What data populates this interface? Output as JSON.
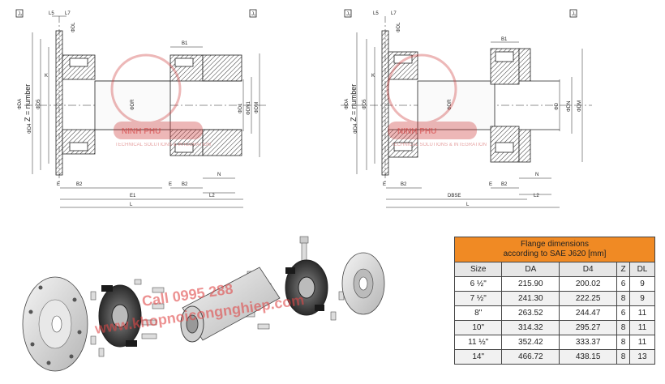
{
  "drawing_left": {
    "labels": {
      "ref_a": "J₂",
      "ref_b": "J₁",
      "L5": "L5",
      "L7": "L7",
      "DL": "ΦDL",
      "K": "K",
      "DA": "ΦDA",
      "Z": "Z = number",
      "D5": "ΦD5",
      "D4": "ΦD4",
      "B1": "B1",
      "DR": "ΦDR",
      "D1": "ΦD1",
      "DN1": "ΦDN1",
      "DM": "ΦDM",
      "N": "N",
      "E": "E",
      "B2": "B2",
      "E1": "E1",
      "E_r": "E",
      "B2_r": "B2",
      "L2": "L2",
      "L": "L"
    }
  },
  "drawing_right": {
    "labels": {
      "ref_a": "J₂",
      "ref_b": "J₁",
      "L5": "L5",
      "L7": "L7",
      "DL": "ΦDL",
      "K": "K",
      "DA": "ΦDA",
      "Z": "Z = number",
      "D5": "ΦD5",
      "D4": "ΦD4",
      "B1": "B1",
      "DR": "ΦDR",
      "D": "ΦD",
      "DN": "ΦDN",
      "DM": "ΦDM",
      "N": "N",
      "E": "E",
      "B2": "B2",
      "DBSE": "DBSE",
      "E_r": "E",
      "B2_r": "B2",
      "L2": "L2",
      "L": "L"
    }
  },
  "watermark": {
    "brand_top": "NINH PHU",
    "brand_sub": "TECHNICAL SOLUTIONS & INTEGRATION",
    "call": "Call 0995 288",
    "site": "www.khopnoicongnghiep.com"
  },
  "table": {
    "caption_line1": "Flange dimensions",
    "caption_line2": "according to SAE J620 [mm]",
    "headers": [
      "Size",
      "DA",
      "D4",
      "Z",
      "DL"
    ],
    "rows": [
      {
        "size": "6 ½\"",
        "da": "215.90",
        "d4": "200.02",
        "z": "6",
        "dl": "9"
      },
      {
        "size": "7 ½\"",
        "da": "241.30",
        "d4": "222.25",
        "z": "8",
        "dl": "9"
      },
      {
        "size": "8\"",
        "da": "263.52",
        "d4": "244.47",
        "z": "6",
        "dl": "11"
      },
      {
        "size": "10\"",
        "da": "314.32",
        "d4": "295.27",
        "z": "8",
        "dl": "11"
      },
      {
        "size": "11 ½\"",
        "da": "352.42",
        "d4": "333.37",
        "z": "8",
        "dl": "11"
      },
      {
        "size": "14\"",
        "da": "466.72",
        "d4": "438.15",
        "z": "8",
        "dl": "13"
      }
    ]
  }
}
